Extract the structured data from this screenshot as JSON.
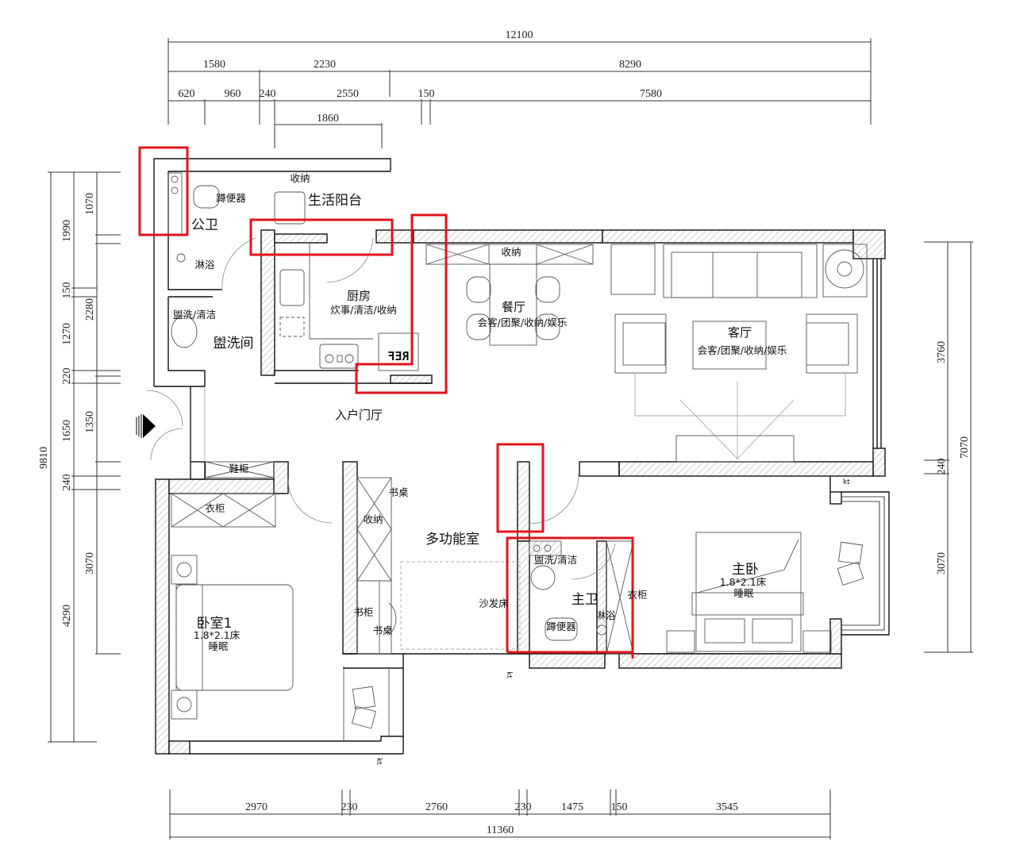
{
  "colors": {
    "wall": "#111111",
    "hatch": "#777777",
    "furniture": "#555555",
    "dimension_line": "#333333",
    "highlight": "#e0141e",
    "background": "#ffffff"
  },
  "dimensions": {
    "top": {
      "overall": "12100",
      "row2": [
        "1580",
        "2230",
        "8290"
      ],
      "row3": [
        "620",
        "960",
        "240",
        "2550",
        "150",
        "7580"
      ],
      "row4": [
        "1860"
      ]
    },
    "bottom": {
      "row1": [
        "2970",
        "230",
        "2760",
        "230",
        "1475",
        "150",
        "3545"
      ],
      "overall": "11360"
    },
    "left": {
      "overall": "9810",
      "middle": [
        "1990",
        "150",
        "1270",
        "220",
        "1650",
        "240",
        "4290"
      ],
      "inner": [
        "1070",
        "2280",
        "1350",
        "3070"
      ]
    },
    "right": {
      "inner": [
        "3760",
        "240",
        "3070"
      ],
      "overall": "7070"
    }
  },
  "rooms": {
    "public_bath": {
      "name": "公卫",
      "fixtures": [
        "蹲便器",
        "淋浴"
      ]
    },
    "washroom": {
      "name": "盥洗间",
      "fixture": "盥洗/清洁"
    },
    "utility_balcony": {
      "name": "生活阳台",
      "fixture": "收纳"
    },
    "kitchen": {
      "name": "厨房",
      "function": "炊事/清洁/收纳",
      "fridge": "REF"
    },
    "dining": {
      "name": "餐厅",
      "function": "会客/团聚/收纳/娱乐",
      "cabinet": "收纳"
    },
    "living": {
      "name": "客厅",
      "function": "会客/团聚/收纳/娱乐"
    },
    "foyer": {
      "name": "入户门厅",
      "shoe_cabinet": "鞋柜"
    },
    "bedroom1": {
      "name": "卧室1",
      "bed": "1.8*2.1床",
      "function": "睡眠",
      "wardrobe": "衣柜"
    },
    "multi_room": {
      "name": "多功能室",
      "items": [
        "书桌",
        "收纳",
        "书柜",
        "书桌",
        "沙发床"
      ]
    },
    "master_bath": {
      "name": "主卫",
      "fixtures": [
        "盥洗/清洁",
        "淋浴",
        "蹲便器"
      ]
    },
    "master_bedroom": {
      "name": "主卧",
      "bed": "1.8*2.1床",
      "function": "睡眠",
      "wardrobe": "衣柜"
    }
  },
  "markers": {
    "kt": "kt"
  }
}
